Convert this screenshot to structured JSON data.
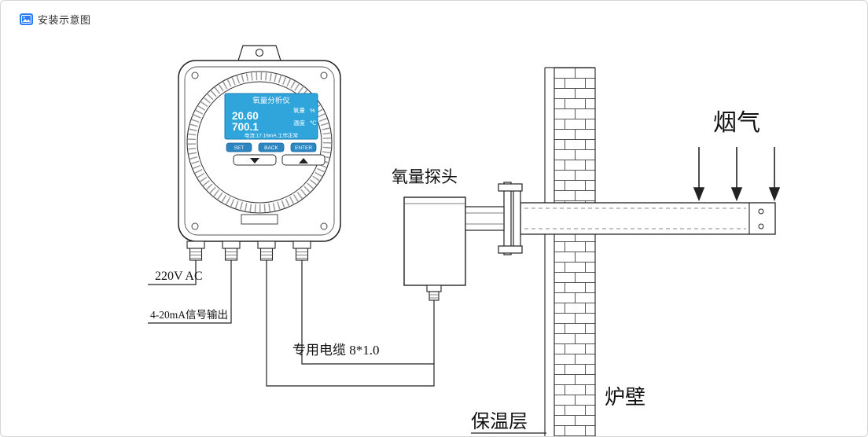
{
  "header": {
    "title": "安装示意图"
  },
  "analyzer": {
    "screen": {
      "title": "氧量分析仪",
      "oxygen_value": "20.60",
      "oxygen_label": "氧量",
      "oxygen_unit": "%",
      "temp_value": "700.1",
      "temp_label": "温度",
      "temp_unit": "℃",
      "status": "电流:17.16mA 工作正常"
    },
    "buttons": {
      "set": "SET",
      "back": "BACK",
      "enter": "ENTER"
    }
  },
  "diagram_labels": {
    "power": "220V AC",
    "signal_output": "4-20mA信号输出",
    "cable": "专用电缆 8*1.0",
    "probe": "氧量探头",
    "flue_gas": "烟气",
    "furnace_wall": "炉壁",
    "insulation_layer": "保温层"
  },
  "colors": {
    "screen_blue": "#2fa5dc",
    "button_blue": "#2e86c1",
    "line": "#222222",
    "header_icon_blue": "#2d7ff9"
  }
}
